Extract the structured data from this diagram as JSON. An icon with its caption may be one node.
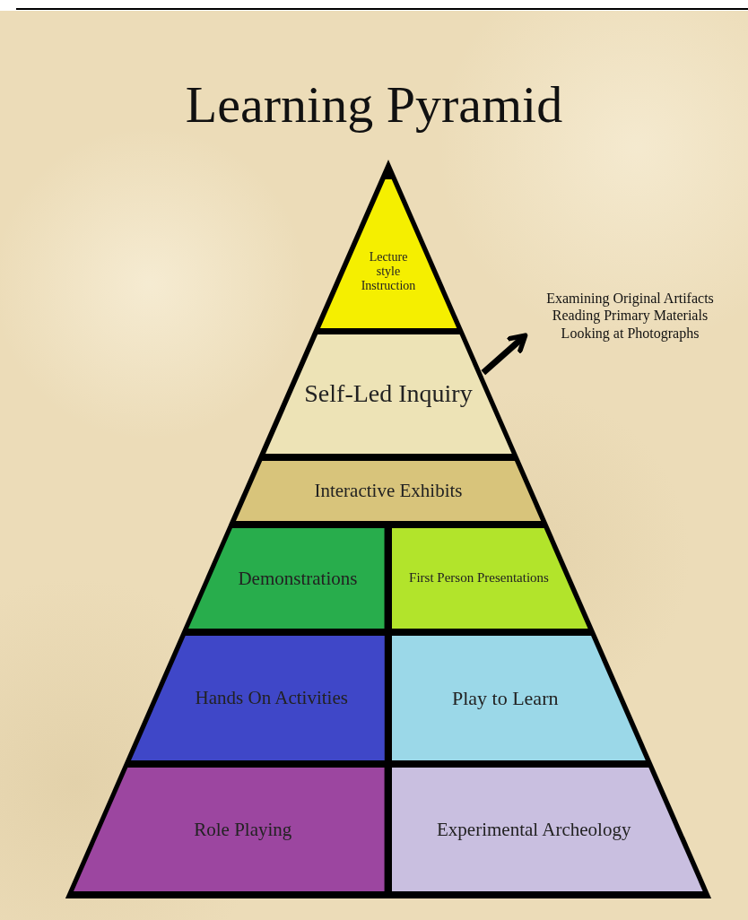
{
  "diagram": {
    "title": "Learning Pyramid",
    "nodes": [
      {
        "text": [
          "Lecture style Instruction"
        ]
      },
      {
        "text": [
          "Self-Led Inquiry"
        ]
      },
      {
        "text": [
          "Interactive Exhibits"
        ]
      },
      {
        "text": [
          "Demonstrations"
        ]
      },
      {
        "text": [
          "First Person Presentations"
        ]
      },
      {
        "text": [
          "Hands On Activities"
        ]
      },
      {
        "text": [
          "Play to Learn"
        ]
      },
      {
        "text": [
          "Role Playing"
        ]
      },
      {
        "text": [
          "Experimental Archeology"
        ]
      },
      {
        "text": [
          "Examining Original Artifacts",
          "Reading Primary Materials",
          "Looking at Photographs"
        ]
      }
    ],
    "edges": [
      {
        "from": 1,
        "to": 9,
        "arrow": "to"
      }
    ]
  }
}
